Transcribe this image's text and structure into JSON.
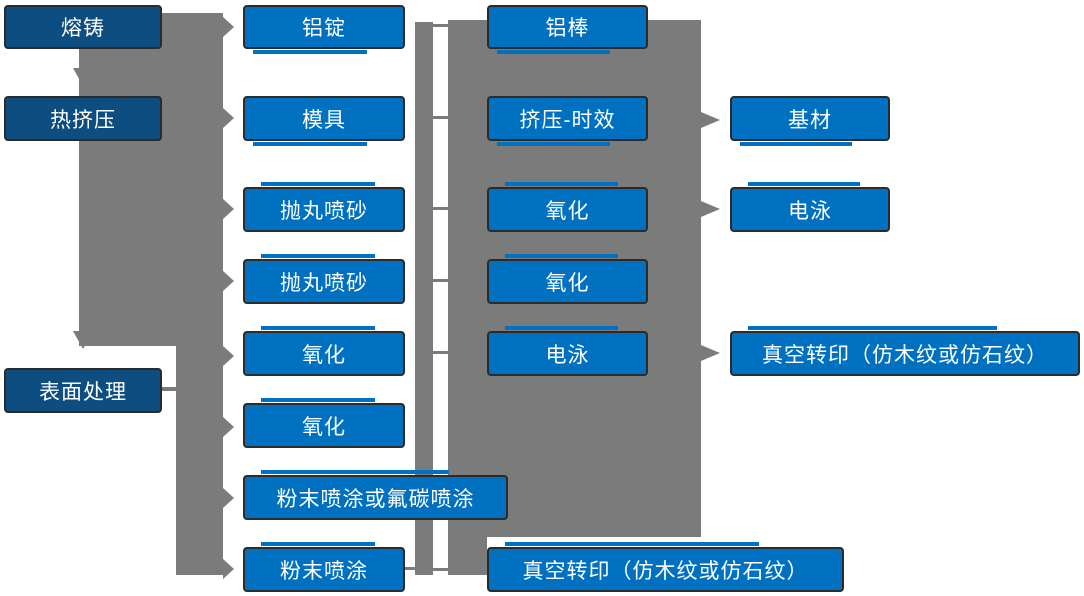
{
  "diagram": {
    "description": "Aluminum profile production process flow diagram",
    "colors": {
      "stage_box_fill": "#0e4d80",
      "process_box_fill": "#0070c0",
      "connector_gray": "#7b7b7b",
      "box_border": "#2b2b2b",
      "text": "#ffffff"
    }
  },
  "flow": {
    "stages": [
      "熔铸",
      "热挤压",
      "表面处理"
    ],
    "col2": [
      "铝锭",
      "模具",
      "抛丸喷砂",
      "抛丸喷砂",
      "氧化",
      "氧化",
      "粉末喷涂或氟碳喷涂",
      "粉末喷涂"
    ],
    "col3": [
      "铝棒",
      "挤压-时效",
      "氧化",
      "氧化",
      "电泳",
      "真空转印（仿木纹或仿石纹）"
    ],
    "col4": [
      "基材",
      "电泳",
      "真空转印（仿木纹或仿石纹）"
    ]
  }
}
